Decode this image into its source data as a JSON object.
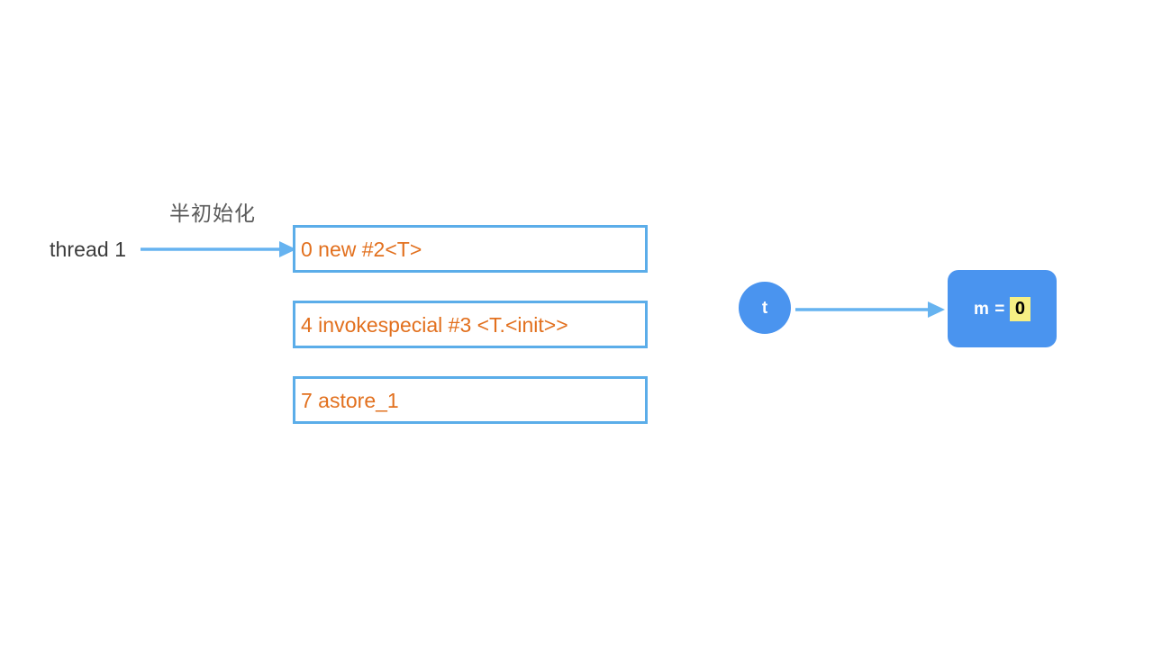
{
  "diagram": {
    "title_text_present": false,
    "colors": {
      "arrow_blue": "#66b3f0",
      "box_border_blue": "#5bade9",
      "code_orange": "#e2701e",
      "object_blue": "#4a94ef",
      "highlight_yellow": "#f6ef84",
      "label_gray": "#3c3c3c",
      "background": "#ffffff"
    },
    "thread": {
      "label": "thread 1",
      "arrow_annotation": "半初始化"
    },
    "bytecode_boxes": [
      {
        "index": 0,
        "code": "0 new #2<T>"
      },
      {
        "index": 1,
        "code": "4 invokespecial #3 <T.<init>>"
      },
      {
        "index": 2,
        "code": "7 astore_1"
      }
    ],
    "object_graph": {
      "reference": {
        "label": "t"
      },
      "object": {
        "field_name": "m =",
        "field_value": "0"
      }
    }
  }
}
